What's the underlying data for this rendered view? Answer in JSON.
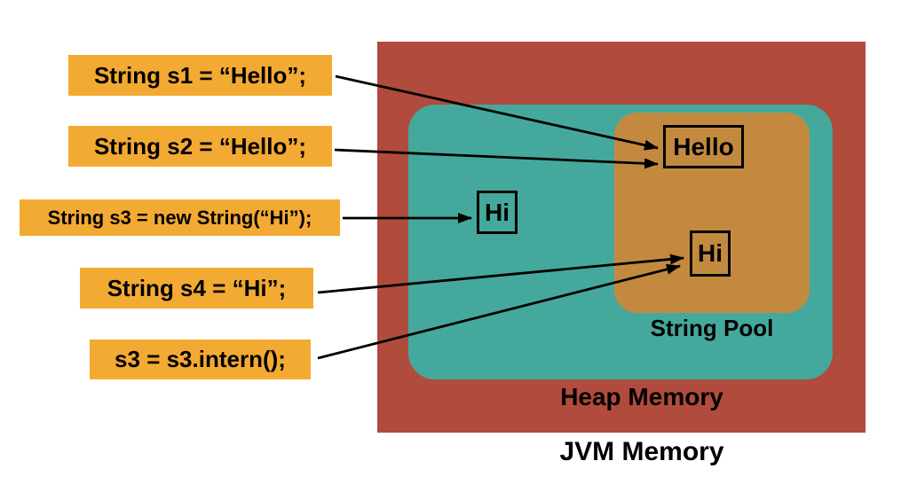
{
  "colors": {
    "jvm-red": "#B04B3D",
    "heap-teal": "#44A99C",
    "pool-orange": "#C38A3F",
    "label-amber": "#F3AA33",
    "ink": "#000000"
  },
  "regions": {
    "jvm": {
      "label": "JVM Memory"
    },
    "heap": {
      "label": "Heap Memory"
    },
    "pool": {
      "label": "String Pool"
    }
  },
  "code_labels": [
    {
      "id": "s1",
      "text": "String s1 = “Hello”;"
    },
    {
      "id": "s2",
      "text": "String s2 = “Hello”;"
    },
    {
      "id": "s3",
      "text": "String s3 = new String(“Hi”);"
    },
    {
      "id": "s4",
      "text": "String s4 = “Hi”;"
    },
    {
      "id": "s3_intern",
      "text": "s3 = s3.intern();"
    }
  ],
  "objects": [
    {
      "id": "pool-hello",
      "text": "Hello",
      "location": "string-pool"
    },
    {
      "id": "heap-hi",
      "text": "Hi",
      "location": "heap"
    },
    {
      "id": "pool-hi",
      "text": "Hi",
      "location": "string-pool"
    }
  ],
  "arrows": [
    {
      "from": "s1",
      "to": "pool-hello"
    },
    {
      "from": "s2",
      "to": "pool-hello"
    },
    {
      "from": "s3",
      "to": "heap-hi"
    },
    {
      "from": "s4",
      "to": "pool-hi"
    },
    {
      "from": "s3_intern",
      "to": "pool-hi"
    }
  ]
}
